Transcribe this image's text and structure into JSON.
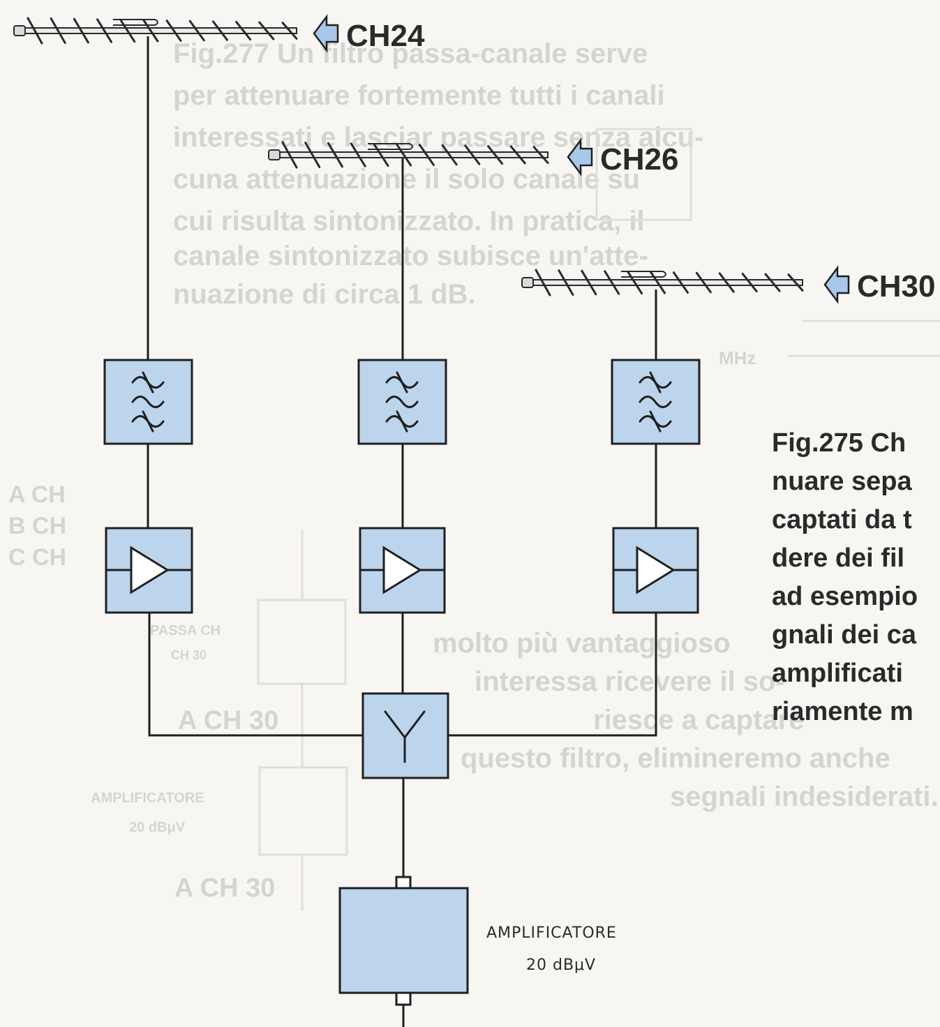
{
  "antennas": [
    {
      "id": "ch24",
      "label": "CH24"
    },
    {
      "id": "ch26",
      "label": "CH26"
    },
    {
      "id": "ch30",
      "label": "CH30"
    }
  ],
  "amplifier": {
    "title": "AMPLIFICATORE",
    "gain": "20 dBμV"
  },
  "caption_lines": [
    "Fig.275 Ch",
    "nuare sepa",
    "captati da t",
    "dere dei fil",
    "ad esempio",
    "gnali dei ca",
    "amplificati",
    "riamente m"
  ],
  "bleed_through": {
    "paragraph": [
      "Fig.277 Un filtro passa-canale serve",
      "per attenuare fortemente tutti i canali",
      "interessati e lasciar passare senza alcu-",
      "cuna attenuazione il solo canale su",
      "cui risulta sintonizzato. In pratica, il",
      "canale sintonizzato subisce un'atte-",
      "nuazione di circa 1 dB."
    ],
    "lower": [
      "molto più vantaggioso",
      "interessa ricevere il so-",
      "riesce a captare",
      "questo filtro, elimineremo anche",
      "segnali indesiderati."
    ],
    "labels": [
      "PASSA CH",
      "CH 30",
      "A CH 30",
      "AMPLIFICATORE",
      "20 dBμV",
      "A CH 30",
      "A CH",
      "B CH",
      "C CH",
      "MHz"
    ]
  },
  "colors": {
    "block_fill": "#bcd4ec",
    "line": "#1f1f1f",
    "arrow_fill": "#a8c8ea",
    "paper": "#f7f6f2"
  },
  "icons": {
    "filter": "band-pass-filter-icon",
    "amplifier": "triangle-amplifier-icon",
    "mixer": "y-combiner-icon",
    "antenna": "yagi-antenna-icon",
    "arrow": "left-arrow-icon"
  }
}
